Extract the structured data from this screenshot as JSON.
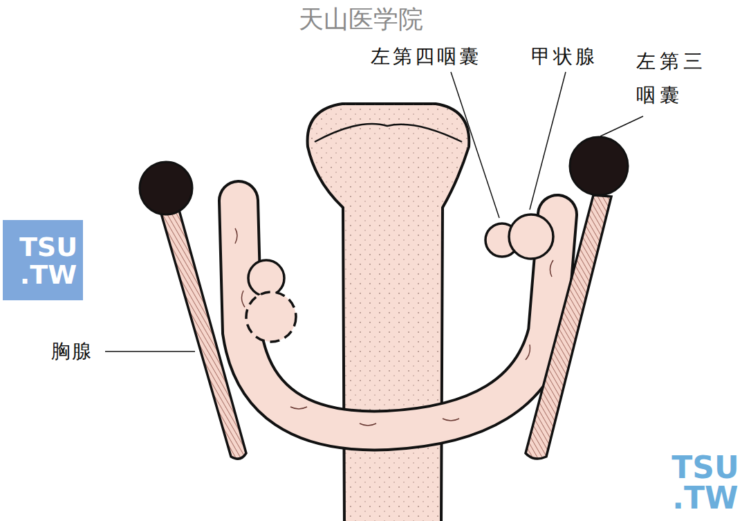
{
  "diagram": {
    "labels": [
      "天山医学院",
      "左第四咽囊",
      "甲状腺",
      "左第三 咽囊",
      "胸腺",
      "TSU .TW",
      "TSU .TW"
    ]
  }
}
